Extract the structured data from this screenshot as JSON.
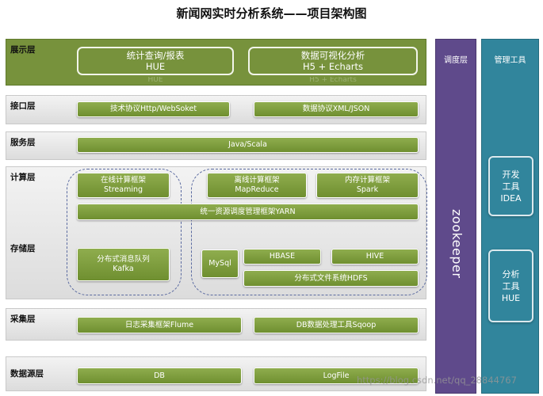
{
  "title": "新闻网实时分析系统——项目架构图",
  "layers": {
    "display": {
      "label": "展示层",
      "box1": {
        "line1": "统计查询/报表",
        "line2": "HUE",
        "reflection": "HUE"
      },
      "box2": {
        "line1": "数据可视化分析",
        "line2": "H5 + Echarts",
        "reflection": "H5 + Echarts"
      }
    },
    "interface": {
      "label": "接口层",
      "box1": "技术协议Http/WebSoket",
      "box2": "数据协议XML/JSON"
    },
    "service": {
      "label": "服务层",
      "box1": "Java/Scala"
    },
    "compute": {
      "label": "计算层",
      "streaming": {
        "line1": "在线计算框架",
        "line2": "Streaming"
      },
      "mapreduce": {
        "line1": "离线计算框架",
        "line2": "MapReduce"
      },
      "spark": {
        "line1": "内存计算框架",
        "line2": "Spark"
      },
      "yarn": "统一资源调度管理框架YARN"
    },
    "storage": {
      "label": "存储层",
      "kafka": {
        "line1": "分布式消息队列",
        "line2": "Kafka"
      },
      "mysql": "MySql",
      "hbase": "HBASE",
      "hive": "HIVE",
      "hdfs": "分布式文件系统HDFS"
    },
    "collect": {
      "label": "采集层",
      "box1": "日志采集框架Flume",
      "box2": "DB数据处理工具Sqoop"
    },
    "source": {
      "label": "数据源层",
      "box1": "DB",
      "box2": "LogFile"
    }
  },
  "scheduler": {
    "title": "调度层",
    "name": "zookeeper"
  },
  "management": {
    "title": "管理工具",
    "tool1": {
      "line1": "开发",
      "line2": "工具",
      "line3": "IDEA"
    },
    "tool2": {
      "line1": "分析",
      "line2": "工具",
      "line3": "HUE"
    }
  },
  "watermark": "https://blog.csdn.net/qq_28844767",
  "colors": {
    "green": "#77923c",
    "purple": "#5f4a8b",
    "teal": "#31859c"
  }
}
